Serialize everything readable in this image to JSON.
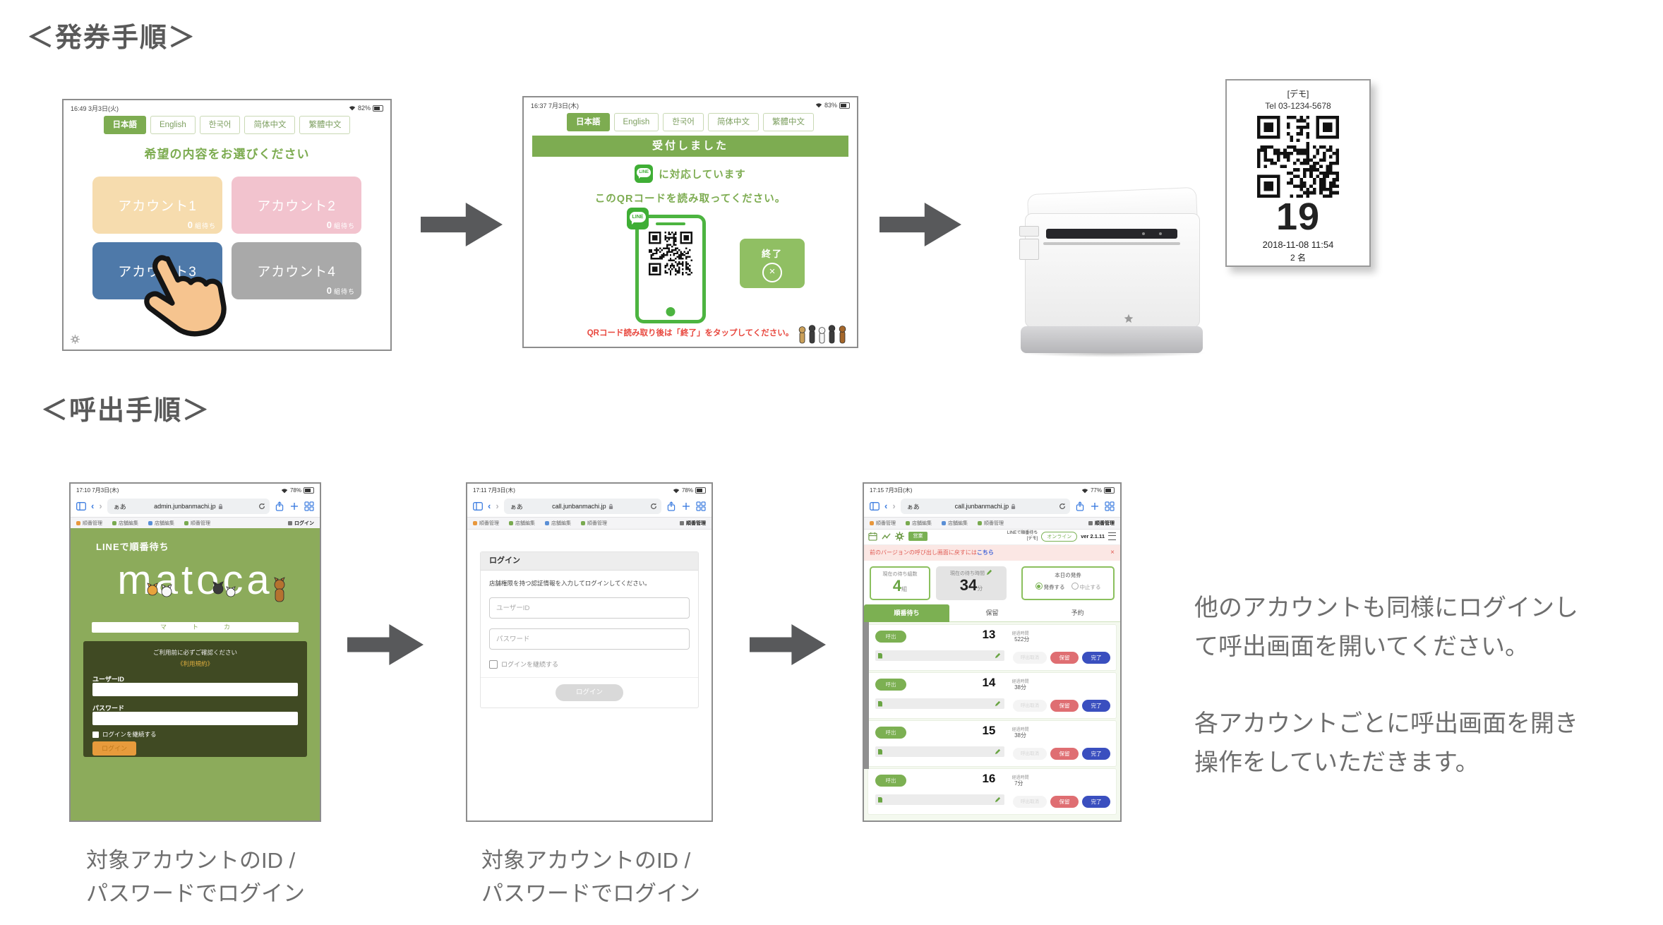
{
  "page": {
    "heading_issue": "＜発券手順＞",
    "heading_call": "＜呼出手順＞",
    "side_note_1_line1": "他のアカウントも同様にログインし",
    "side_note_1_line2": "て呼出画面を開いてください。",
    "side_note_2_line1": "各アカウントごとに呼出画面を開き",
    "side_note_2_line2": "操作をしていただきます。",
    "caption_login_line1": "対象アカウントのID /",
    "caption_login_line2": "パスワードでログイン"
  },
  "colors": {
    "accent_green": "#7dac51",
    "line_green": "#3fae35",
    "account1": "#f6dcae",
    "account2": "#f2c3ce",
    "account3": "#4e79a9",
    "account4": "#a9a9a9",
    "login_bg_green": "#8cab5b",
    "login_panel_dark": "#404a23",
    "login_button_orange": "#e79b3c",
    "notice_pink_bg": "#fbe7e4",
    "notice_red_text": "#e05a52",
    "hold_red": "#df6e72",
    "done_blue": "#3a4fbf",
    "warning_red": "#e8473e"
  },
  "lang_tabs": [
    "日本語",
    "English",
    "한국어",
    "简体中文",
    "繁體中文"
  ],
  "kiosk_select": {
    "status_time": "16:49 3月3日(火)",
    "battery": "82%",
    "prompt": "希望の内容をお選びください",
    "accounts": [
      {
        "label": "アカウント1",
        "wait_count": "0",
        "wait_suffix": "組待ち"
      },
      {
        "label": "アカウント2",
        "wait_count": "0",
        "wait_suffix": "組待ち"
      },
      {
        "label": "アカウント3",
        "wait_count": "0",
        "wait_suffix": "組待ち"
      },
      {
        "label": "アカウント4",
        "wait_count": "0",
        "wait_suffix": "組待ち"
      }
    ]
  },
  "kiosk_done": {
    "status_time": "16:37 7月3日(木)",
    "battery": "83%",
    "banner": "受付しました",
    "line_label": "LINE",
    "line_support": "に対応しています",
    "qr_prompt": "このQRコードを読み取ってください。",
    "end_button": "終了",
    "end_x": "×",
    "footer_note": "QRコード読み取り後は「終了」をタップしてください。"
  },
  "ticket": {
    "shop": "[デモ]",
    "tel": "Tel 03-1234-5678",
    "number": "19",
    "datetime": "2018-11-08 11:54",
    "party": "2 名"
  },
  "bookmarks": [
    "順番管理",
    "店舗編集",
    "店舗編集",
    "順番管理"
  ],
  "admin_login": {
    "status_time": "17:10 7月3日(木)",
    "battery": "78%",
    "url_hint": "ぁあ",
    "url": "admin.junbanmachi.jp",
    "bookmark_right": "ログイン",
    "brand_small": "LINEで順番待ち",
    "logo": "matoca",
    "logo_sub": "マトカ",
    "notice": "ご利用前に必ずご確認ください",
    "terms": "《利用規約》",
    "user_id_label": "ユーザーID",
    "password_label": "パスワード",
    "keep_login": "ログインを継続する",
    "login_button": "ログイン"
  },
  "call_login": {
    "status_time": "17:11 7月3日(木)",
    "battery": "78%",
    "url_hint": "ぁあ",
    "url": "call.junbanmachi.jp",
    "bookmark_right": "順番管理",
    "card_title": "ログイン",
    "instruction": "店舗権限を持つ認証情報を入力してログインしてください。",
    "user_id_placeholder": "ユーザーID",
    "password_placeholder": "パスワード",
    "keep_login": "ログインを継続する",
    "login_button": "ログイン"
  },
  "call_board": {
    "status_time": "17:15 7月3日(木)",
    "battery": "77%",
    "url_hint": "ぁあ",
    "url": "call.junbanmachi.jp",
    "bookmark_right": "順番管理",
    "toolbar_badge": "営業",
    "brand": "LINEで順番待ち",
    "brand_sub": "[デモ]",
    "online": "オンライン",
    "version": "ver 2.1.11",
    "notice_text": "前のバージョンの呼び出し画面に戻すには",
    "notice_link": "こちら",
    "notice_close": "×",
    "stats": {
      "wait_groups_label": "現在の待ち組数",
      "wait_groups_value": "4",
      "wait_groups_unit": "組",
      "wait_time_label": "現在の待ち時間",
      "wait_time_value": "34",
      "wait_time_unit": "分",
      "today_label": "本日の発券",
      "issue_on": "発券する",
      "issue_off": "中止する"
    },
    "tabs": [
      "順番待ち",
      "保留",
      "予約"
    ],
    "rows": [
      {
        "call": "呼出",
        "number": "13",
        "elapsed_label": "経過時間",
        "elapsed": "522分",
        "cancel": "呼出取消",
        "hold": "保留",
        "done": "完了"
      },
      {
        "call": "呼出",
        "number": "14",
        "elapsed_label": "経過時間",
        "elapsed": "38分",
        "cancel": "呼出取消",
        "hold": "保留",
        "done": "完了"
      },
      {
        "call": "呼出",
        "number": "15",
        "elapsed_label": "経過時間",
        "elapsed": "38分",
        "cancel": "呼出取消",
        "hold": "保留",
        "done": "完了"
      },
      {
        "call": "呼出",
        "number": "16",
        "elapsed_label": "経過時間",
        "elapsed": "7分",
        "cancel": "呼出取消",
        "hold": "保留",
        "done": "完了"
      }
    ]
  }
}
